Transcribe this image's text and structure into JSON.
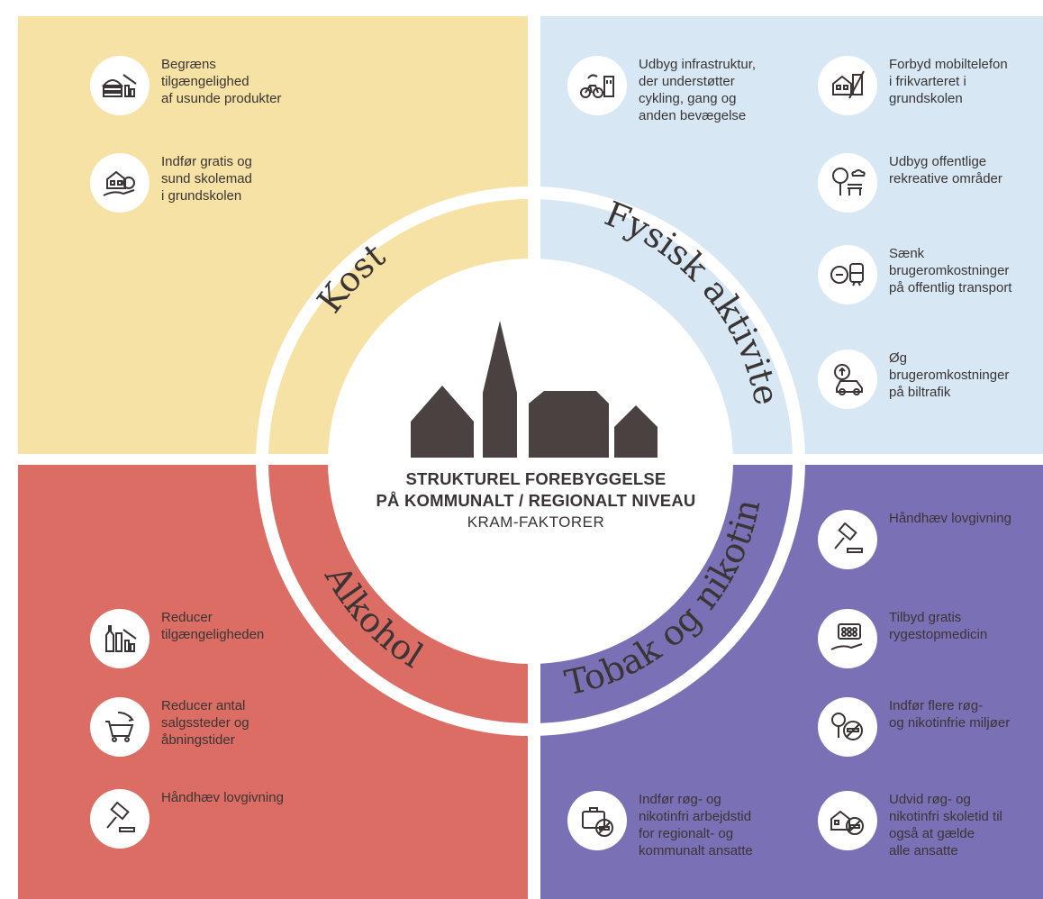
{
  "center": {
    "line1": "STRUKTUREL FOREBYGGELSE",
    "line2": "PÅ KOMMUNALT / REGIONALT NIVEAU",
    "line3": "KRAM-FAKTORER"
  },
  "quadrants": {
    "kost": {
      "label": "Kost",
      "color": "#f6e2a4",
      "items": [
        {
          "icon": "burger-bars-decline-icon",
          "text": "Begræns\ntilgængelighed\naf usunde produkter"
        },
        {
          "icon": "school-food-hand-icon",
          "text": "Indfør gratis og\nsund skolemad\ni grundskolen"
        }
      ]
    },
    "fysisk": {
      "label": "Fysisk aktivitet",
      "color": "#d7e8f4",
      "items": [
        {
          "icon": "bicycle-building-icon",
          "text": "Udbyg infrastruktur,\nder understøtter\ncykling, gang og\nanden bevægelse"
        },
        {
          "icon": "school-no-phone-icon",
          "text": "Forbyd mobiltelefon\ni frikvarteret i\ngrundskolen"
        },
        {
          "icon": "tree-bench-icon",
          "text": "Udbyg offentlige\nrekreative områder"
        },
        {
          "icon": "train-coin-icon",
          "text": "Sænk\nbrugeromkostninger\npå offentlig transport"
        },
        {
          "icon": "car-coin-up-icon",
          "text": "Øg\nbrugeromkostninger\npå biltrafik"
        }
      ]
    },
    "alkohol": {
      "label": "Alkohol",
      "color": "#db6d64",
      "items": [
        {
          "icon": "bottles-decline-icon",
          "text": "Reducer\ntilgængeligheden"
        },
        {
          "icon": "cart-decline-icon",
          "text": "Reducer antal\nsalgssteder og\nåbningstider"
        },
        {
          "icon": "gavel-icon",
          "text": "Håndhæv lovgivning"
        }
      ]
    },
    "tobak": {
      "label": "Tobak og nikotin",
      "color": "#7a70b6",
      "items": [
        {
          "icon": "gavel-icon",
          "text": "Håndhæv lovgivning"
        },
        {
          "icon": "pills-hand-icon",
          "text": "Tilbyd gratis\nrygestopmedicin"
        },
        {
          "icon": "tree-no-smoking-icon",
          "text": "Indfør flere røg-\nog nikotinfrie miljøer"
        },
        {
          "icon": "briefcase-no-smoking-icon",
          "text": "Indfør røg- og\nnikotinfri arbejdstid\nfor regionalt- og\nkommunalt ansatte"
        },
        {
          "icon": "school-no-smoking-icon",
          "text": "Udvid røg- og\nnikotinfri skoletid til\nogså at gælde\nalle ansatte"
        }
      ]
    }
  }
}
